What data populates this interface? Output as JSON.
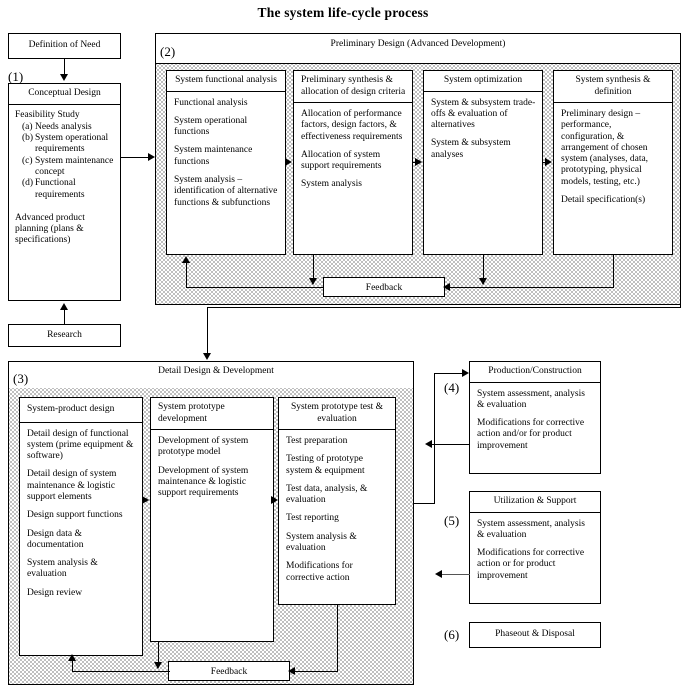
{
  "title": "The system life-cycle process",
  "stage_numbers": {
    "s1": "(1)",
    "s2": "(2)",
    "s3": "(3)",
    "s4": "(4)",
    "s5": "(5)",
    "s6": "(6)"
  },
  "feedback_label": "Feedback",
  "definition_of_need": {
    "title": "Definition of Need"
  },
  "conceptual_design": {
    "title": "Conceptual Design",
    "heading": "Feasibility Study",
    "items": [
      {
        "label": "(a)",
        "text": "Needs analysis"
      },
      {
        "label": "(b)",
        "text": "System operational requirements"
      },
      {
        "label": "(c)",
        "text": "System maintenance concept"
      },
      {
        "label": "(d)",
        "text": "Functional requirements"
      }
    ],
    "closing": "Advanced product planning (plans & specifications)"
  },
  "research": {
    "title": "Research"
  },
  "phase2": {
    "frame_title": "Preliminary Design (Advanced Development)",
    "columns": [
      {
        "title": "System functional analysis",
        "items": [
          "Functional analysis",
          "System operational functions",
          "System maintenance functions",
          "System analysis – identification of alternative functions & subfunctions"
        ]
      },
      {
        "title": "Preliminary synthesis & allocation of design criteria",
        "items": [
          "Allocation of performance factors, design factors, & effectiveness requirements",
          "Allocation of system support requirements",
          "System analysis"
        ]
      },
      {
        "title": "System optimization",
        "items": [
          "System & subsystem trade-offs & evaluation of alternatives",
          "System & subsystem analyses"
        ]
      },
      {
        "title": "System synthesis & definition",
        "items": [
          "Preliminary design – performance, configuration, & arrangement of chosen system (analyses, data, prototyping, physical models, testing, etc.)",
          "Detail specification(s)"
        ]
      }
    ]
  },
  "phase3": {
    "frame_title": "Detail Design & Development",
    "columns": [
      {
        "title": "System-product design",
        "items": [
          "Detail design of functional system (prime equipment & software)",
          "Detail design of system maintenance & logistic support elements",
          "Design support functions",
          "Design data & documentation",
          "System analysis & evaluation",
          "Design review"
        ]
      },
      {
        "title": "System prototype development",
        "items": [
          "Development of system prototype model",
          "Development of system maintenance & logistic support requirements"
        ]
      },
      {
        "title": "System prototype test & evaluation",
        "items": [
          "Test preparation",
          "Testing of prototype system & equipment",
          "Test data, analysis, & evaluation",
          "Test reporting",
          "System analysis & evaluation",
          "Modifications for corrective action"
        ]
      }
    ]
  },
  "phase4": {
    "title": "Production/Construction",
    "items": [
      "System assessment, analysis & evaluation",
      "Modifications for corrective action and/or for product improvement"
    ]
  },
  "phase5": {
    "title": "Utilization & Support",
    "items": [
      "System assessment, analysis & evaluation",
      "Modifications for corrective action or for product improvement"
    ]
  },
  "phase6": {
    "title": "Phaseout & Disposal"
  }
}
